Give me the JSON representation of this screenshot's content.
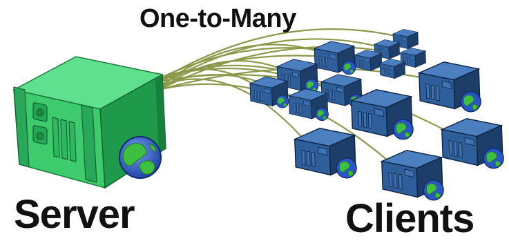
{
  "diagram": {
    "title": "One-to-Many",
    "server_label": "Server",
    "clients_label": "Clients"
  },
  "colors": {
    "server_face": "#3ecb6e",
    "server_top": "#5fe08e",
    "server_side": "#1f9a4b",
    "client_face": "#2f5f9a",
    "client_top": "#4b7fbf",
    "client_side": "#1d3e68",
    "cable": "#8a9a4a",
    "globe_ocean": "#2a56c6",
    "globe_land": "#3fbf3f"
  },
  "icons": {
    "server": "server-icon",
    "client": "client-computer-icon",
    "globe": "globe-icon"
  }
}
